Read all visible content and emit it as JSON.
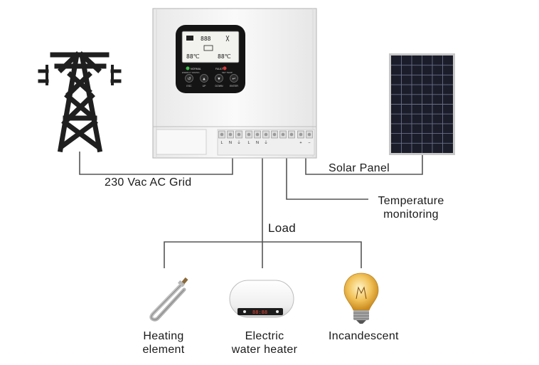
{
  "labels": {
    "grid": "230 Vac AC Grid",
    "solar": "Solar Panel",
    "temperature_line1": "Temperature",
    "temperature_line2": "monitoring",
    "load": "Load",
    "heating_line1": "Heating",
    "heating_line2": "element",
    "water_heater_line1": "Electric",
    "water_heater_line2": "water heater",
    "incandescent": "Incandescent"
  },
  "device": {
    "lcd_top": "888",
    "lcd_left_temp": "88℃",
    "lcd_right_temp": "88℃",
    "led_left_label": "NORMAL",
    "led_right_label": "FAULT",
    "panel_left_caption": "ENERGY SAVING",
    "panel_right_caption": "SET TEMP",
    "buttons": [
      "ESC",
      "UP",
      "DOWN",
      "ENTER"
    ],
    "terminal_marks": [
      "L",
      "N",
      "⏚",
      "L",
      "N",
      "⏚",
      "+",
      "−"
    ],
    "heater_display": "88:88"
  },
  "colors": {
    "line": "#555555",
    "device_body": "#f4f4f4",
    "panel": "#141414",
    "solar_cell": "#1b1d2a",
    "bulb": "#f2b94a"
  },
  "icons": {
    "grid": "transmission-tower-icon",
    "solar": "solar-panel-icon",
    "heating": "heating-element-icon",
    "water_heater": "water-heater-icon",
    "bulb": "light-bulb-icon"
  }
}
